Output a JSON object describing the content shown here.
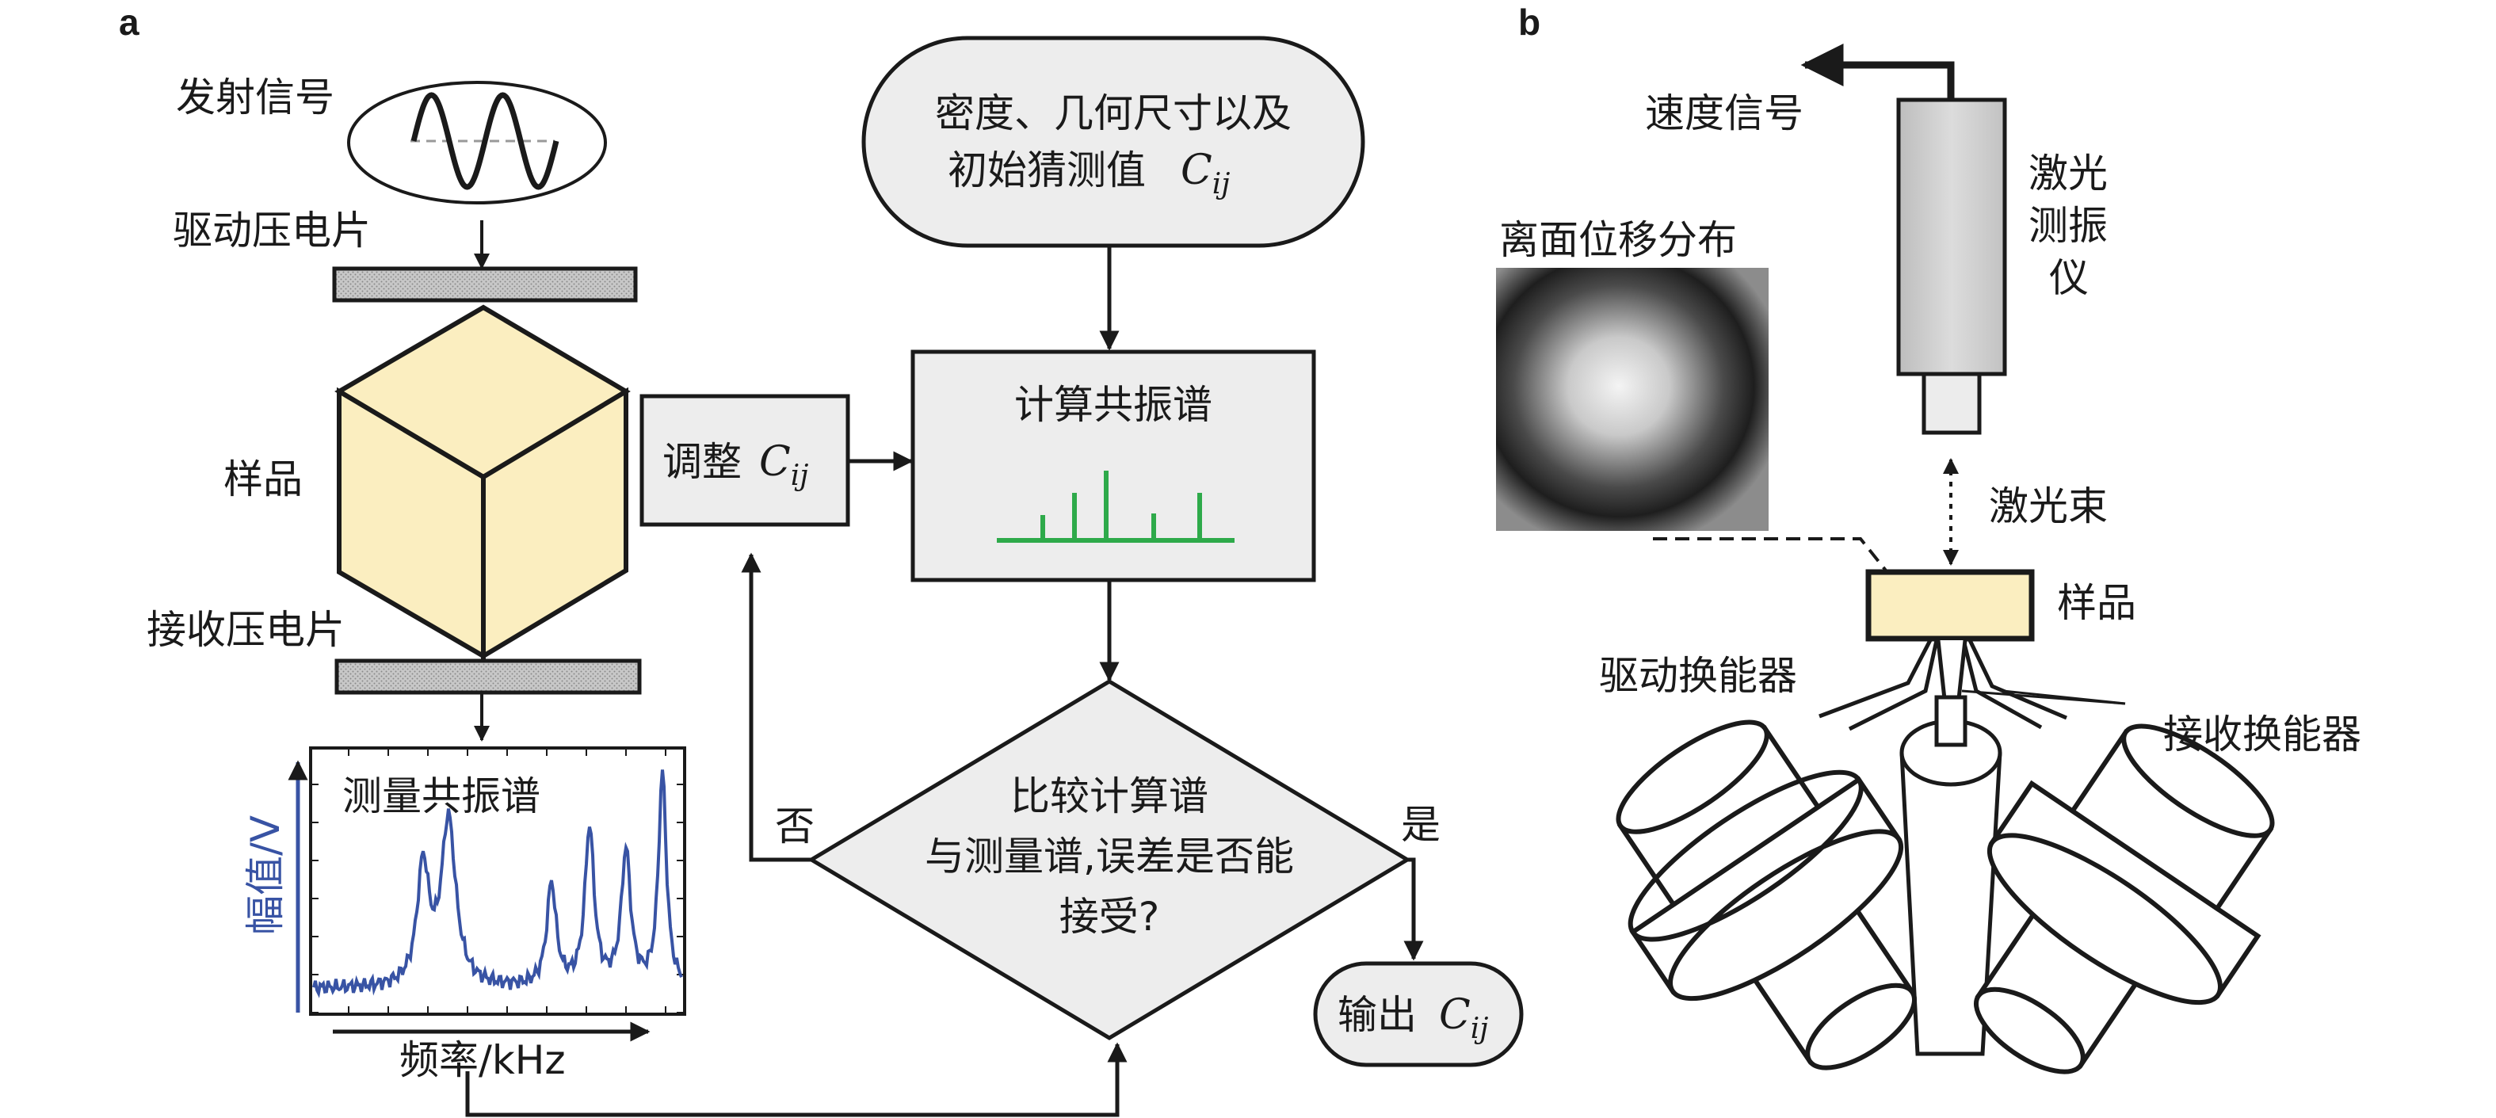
{
  "panel_a": {
    "label": "a",
    "transmit_signal": "发射信号",
    "drive_piezo": "驱动压电片",
    "sample": "样品",
    "receive_piezo": "接收压电片",
    "spectrum_title": "测量共振谱",
    "y_axis": "幅值/V",
    "x_axis": "频率/kHz",
    "start_line1": "密度、几何尺寸以及",
    "start_line2": "初始猜测值",
    "cij": "C",
    "cij_sub": "ij",
    "adjust": "调整",
    "compute": "计算共振谱",
    "decision_line1": "比较计算谱",
    "decision_line2": "与测量谱,误差是否能",
    "decision_line3": "接受?",
    "no": "否",
    "yes": "是",
    "output": "输出"
  },
  "panel_b": {
    "label": "b",
    "velocity_signal": "速度信号",
    "vibrometer_line1": "激光",
    "vibrometer_line2": "测振",
    "vibrometer_line3": "仪",
    "displacement": "离面位移分布",
    "laser_beam": "激光束",
    "sample": "样品",
    "drive_transducer": "驱动换能器",
    "receive_transducer": "接收换能器"
  },
  "colors": {
    "sample_fill": "#fbeec0",
    "spectrum_line": "#3853a4",
    "computed_spectrum": "#2eaa4a",
    "box_fill": "#ededed"
  }
}
